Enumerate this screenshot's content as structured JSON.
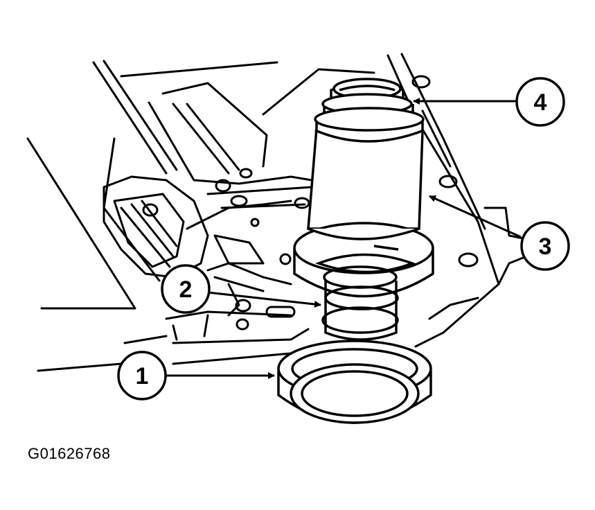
{
  "figure_id": "G01626768",
  "callouts": [
    {
      "label": "1",
      "part": "lower-ring"
    },
    {
      "label": "2",
      "part": "spring"
    },
    {
      "label": "3",
      "part": "piston-body"
    },
    {
      "label": "4",
      "part": "top-seal"
    }
  ],
  "colors": {
    "line": "#000000",
    "background": "#ffffff"
  }
}
